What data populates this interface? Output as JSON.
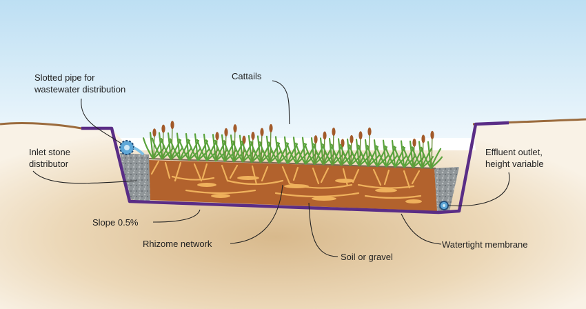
{
  "labels": {
    "pipe_line1": "Slotted pipe for",
    "pipe_line2": "wastewater distribution",
    "cattails": "Cattails",
    "inlet_line1": "Inlet stone",
    "inlet_line2": "distributor",
    "effluent_line1": "Effluent outlet,",
    "effluent_line2": "height variable",
    "slope": "Slope 0.5%",
    "rhizome": "Rhizome network",
    "membrane": "Watertight membrane",
    "soil": "Soil or gravel"
  },
  "colors": {
    "sky": "#cfe8f6",
    "ground": "#e6cfa6",
    "soil": "#b2622d",
    "gravel": "#8f9598",
    "membrane": "#5a2d86",
    "roots": "#efb15c",
    "cattail_leaves": "#5aa23c",
    "cattail_heads": "#a25a2a",
    "pipe": "#5fa8d8"
  },
  "icons": {
    "pipe": "slotted-pipe-icon",
    "outlet": "outlet-pipe-icon"
  }
}
